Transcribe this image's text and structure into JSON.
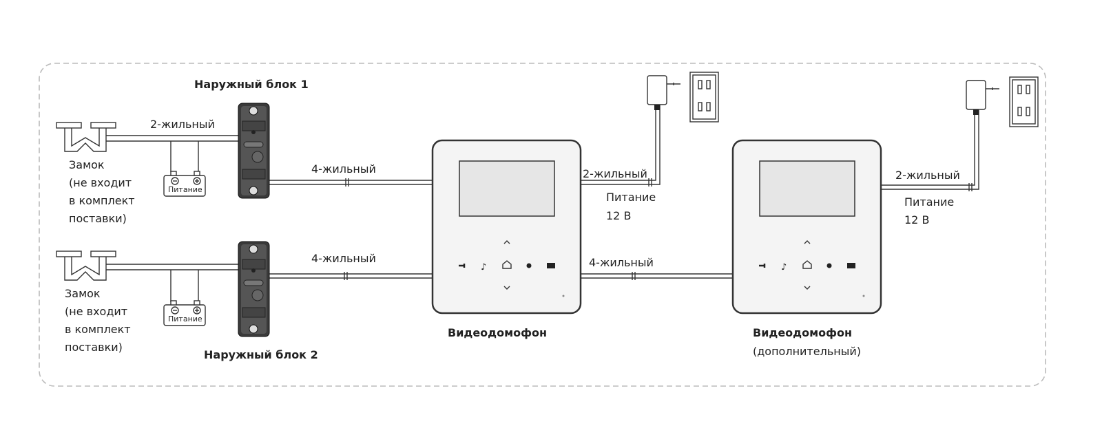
{
  "outdoor1": {
    "title": "Наружный блок 1",
    "wire_lock": "2-жильный",
    "wire_monitor": "4-жильный",
    "lock": [
      "Замок",
      "(не входит",
      "в комплект",
      "поставки)"
    ],
    "battery": "Питание"
  },
  "outdoor2": {
    "title": "Наружный блок 2",
    "wire_monitor": "4-жильный",
    "lock": [
      "Замок",
      "(не входит",
      "в комплект",
      "поставки)"
    ],
    "battery": "Питание"
  },
  "monitor1": {
    "title": "Видеодомофон",
    "wire_power": "2-жильный",
    "power": [
      "Питание",
      "12 В"
    ],
    "wire_link": "4-жильный"
  },
  "monitor2": {
    "title": "Видеодомофон",
    "subtitle": "(дополнительный)",
    "wire_power": "2-жильный",
    "power": [
      "Питание",
      "12 В"
    ]
  },
  "colors": {
    "line": "#333333",
    "border": "#bbbbbb",
    "device": "#f4f4f4",
    "screen": "#e6e6e6"
  }
}
